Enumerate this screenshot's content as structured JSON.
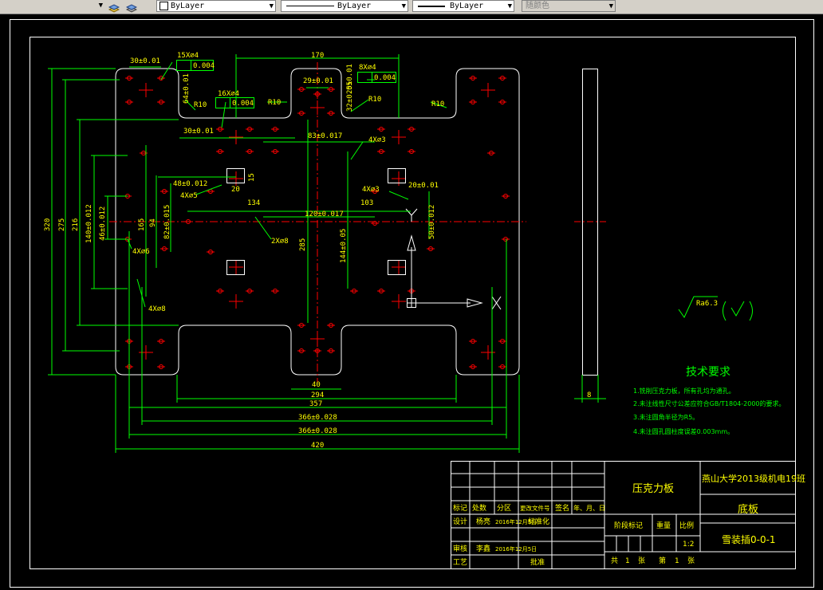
{
  "toolbar": {
    "layer": "ByLayer",
    "linetype": "ByLayer",
    "lineweight": "ByLayer",
    "plotstyle": "随颜色"
  },
  "drawing": {
    "dims": {
      "d170": "170",
      "d30a": "30±0.01",
      "d15x4a": "15X⌀4",
      "tol004a": "0.004",
      "tol004b": "0.004",
      "tol004c": "0.004",
      "d64": "64±0.01",
      "d8x4": "8X⌀4",
      "d29": "29±0.01",
      "d25v": "25±0.01",
      "d32v": "32±0.05",
      "r10a": "R10",
      "r10b": "R10",
      "r10c": "R10",
      "r10d": "R10",
      "d16x4": "16X⌀4",
      "d30b": "30±0.01",
      "d83": "83±0.017",
      "d4x3a": "4X⌀3",
      "d48": "48±0.012",
      "d20a": "20",
      "d15": "15",
      "d4x5": "4X⌀5",
      "d4x3b": "4X⌀3",
      "d20b": "20±0.01",
      "d134": "134",
      "d120": "120±0.017",
      "d103": "103",
      "d2x8": "2X⌀8",
      "d4x8": "4X⌀8",
      "d4x6": "4X⌀6",
      "d275": "275",
      "d320": "320",
      "d216": "216",
      "d140": "140±0.012",
      "d46": "46±0.012",
      "d165": "165",
      "d94": "94",
      "d82": "82±0.015",
      "d285": "285",
      "d144": "144±0.05",
      "d50": "50±0.012",
      "d40": "40",
      "d294": "294",
      "d357": "357",
      "d366a": "366±0.028",
      "d366b": "366±0.028",
      "d420": "420",
      "d8": "8"
    },
    "roughness": "Ra6.3",
    "tech_title": "技术要求",
    "tech_items": [
      "1.铣削压克力板，所有孔均为通孔。",
      "2.未注线性尺寸公差应符合GB/T1804-2000的要求。",
      "3.未注圆角半径为R5。",
      "4.未注圆孔圆柱度误差0.003mm。"
    ],
    "title_block": {
      "part_name": "压克力板",
      "school": "燕山大学2013级机电19班",
      "drawing_name": "底板",
      "drawing_no": "雪装插0-0-1",
      "scale": "1:2",
      "stage_mark": "阶段标记",
      "weight": "重量",
      "scale_label": "比例",
      "total": "共",
      "total_n": "1",
      "sheet_word": "张",
      "no_word": "第",
      "no_n": "1",
      "sheet_word2": "张",
      "labels": {
        "mark": "标记",
        "count": "处数",
        "zone": "分区",
        "doc_no": "更改文件号",
        "sign": "签名",
        "date": "年、月、日",
        "design": "设计",
        "designer": "杨亮",
        "design_date": "2016年12月5日",
        "std": "标准化",
        "review": "审核",
        "reviewer": "李鑫",
        "review_date": "2016年12月5日",
        "process": "工艺",
        "approve": "批准"
      }
    }
  },
  "colors": {
    "outline": "#ffffff",
    "dim": "#00ff00",
    "center": "#ff0000",
    "text_yellow": "#ffff00",
    "toolbar_bg": "#d4d0c8"
  }
}
